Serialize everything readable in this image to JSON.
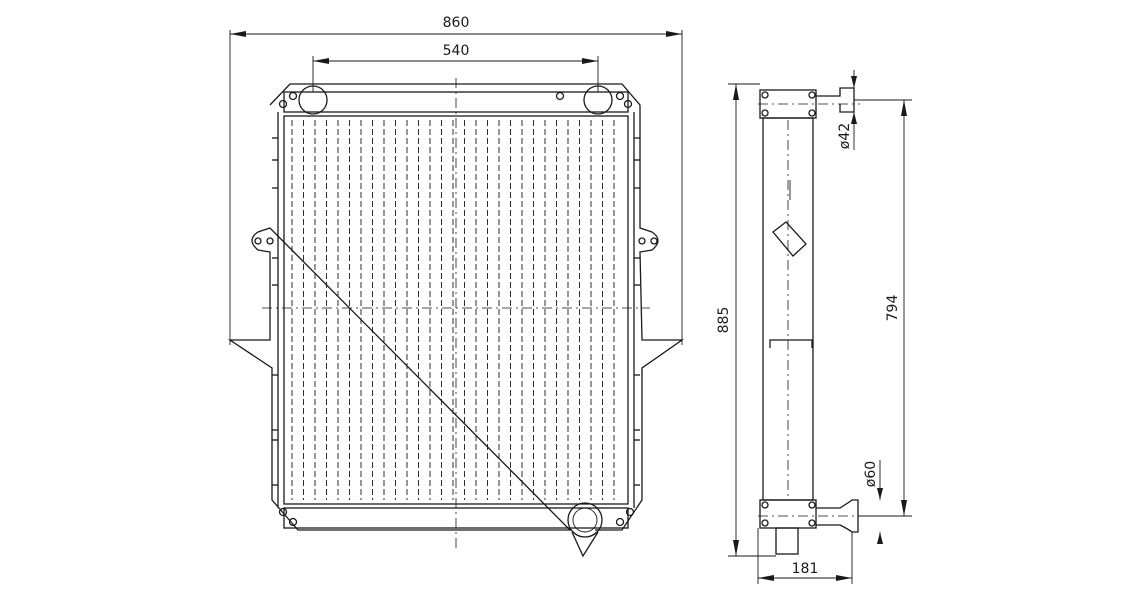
{
  "dimensions": {
    "overall_width": "860",
    "inlet_spacing": "540",
    "overall_height": "885",
    "core_height": "794",
    "top_pipe_diameter": "ø42",
    "bottom_pipe_diameter": "ø60",
    "depth": "181"
  },
  "colors": {
    "line": "#1a1a1a",
    "background": "#ffffff"
  }
}
